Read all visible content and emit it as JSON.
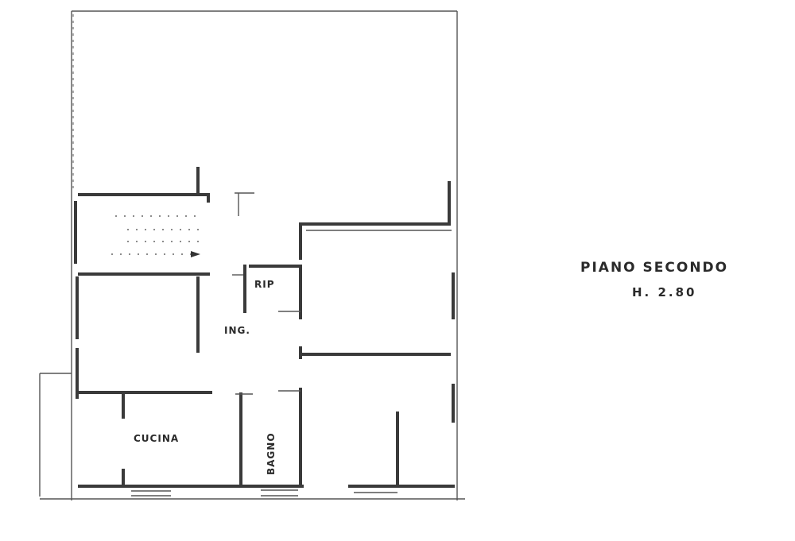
{
  "rooms": {
    "rip": "RIP",
    "ing": "ING.",
    "cucina": "CUCINA",
    "bagno": "BAGNO"
  },
  "floor_label": {
    "title": "PIANO SECONDO",
    "height": "H. 2.80"
  }
}
